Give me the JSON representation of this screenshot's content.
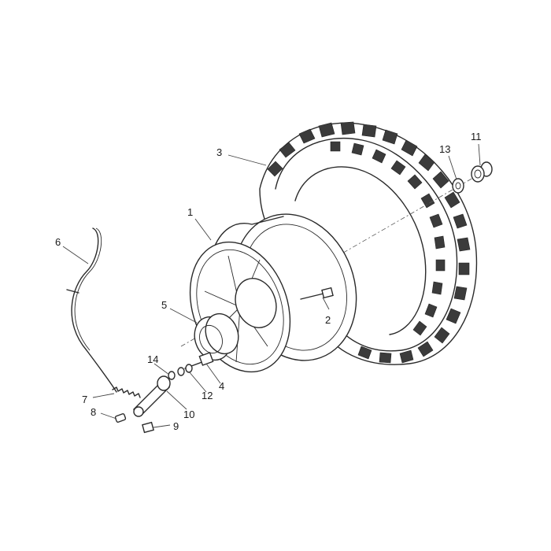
{
  "diagram": {
    "callouts": [
      {
        "id": "1",
        "label": "1"
      },
      {
        "id": "2",
        "label": "2"
      },
      {
        "id": "3",
        "label": "3"
      },
      {
        "id": "4",
        "label": "4"
      },
      {
        "id": "5",
        "label": "5"
      },
      {
        "id": "6",
        "label": "6"
      },
      {
        "id": "7",
        "label": "7"
      },
      {
        "id": "8",
        "label": "8"
      },
      {
        "id": "9",
        "label": "9"
      },
      {
        "id": "10",
        "label": "10"
      },
      {
        "id": "11",
        "label": "11"
      },
      {
        "id": "12",
        "label": "12"
      },
      {
        "id": "13",
        "label": "13"
      },
      {
        "id": "14",
        "label": "14"
      }
    ],
    "colors": {
      "line": "#2a2a2a",
      "tread": "#3b3b3b",
      "background": "#ffffff"
    }
  }
}
